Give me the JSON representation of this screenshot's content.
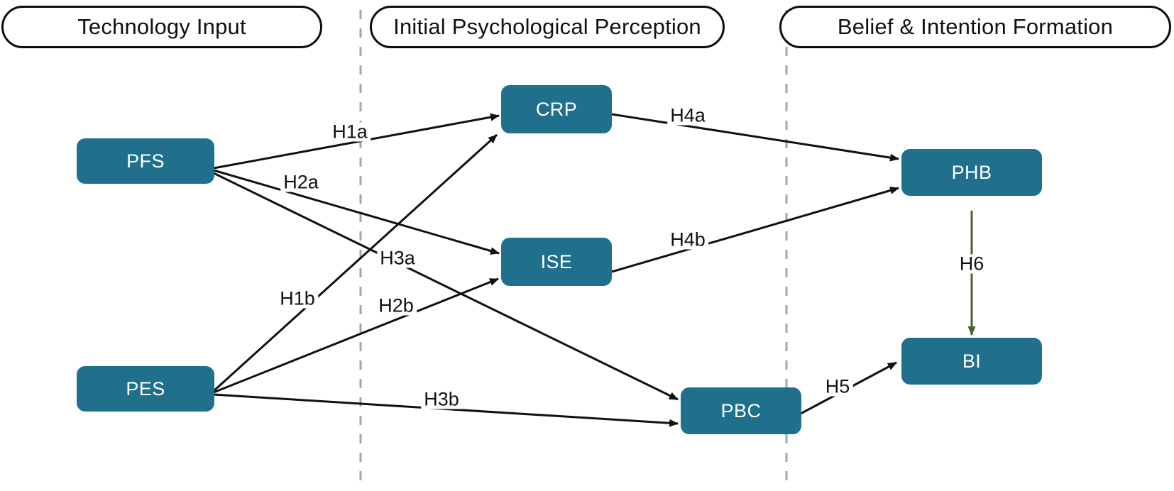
{
  "diagram": {
    "title_bar_stages": [
      {
        "id": "stage-technology-input",
        "label": "Technology Input"
      },
      {
        "id": "stage-initial-psychological-perception",
        "label": "Initial Psychological Perception"
      },
      {
        "id": "stage-belief-intention-formation",
        "label": "Belief & Intention Formation"
      }
    ],
    "nodes": [
      {
        "id": "node-pfs",
        "label": "PFS",
        "stage": "Technology Input"
      },
      {
        "id": "node-pes",
        "label": "PES",
        "stage": "Technology Input"
      },
      {
        "id": "node-crp",
        "label": "CRP",
        "stage": "Initial Psychological Perception"
      },
      {
        "id": "node-ise",
        "label": "ISE",
        "stage": "Initial Psychological Perception"
      },
      {
        "id": "node-phb",
        "label": "PHB",
        "stage": "Belief & Intention Formation"
      },
      {
        "id": "node-pbc",
        "label": "PBC",
        "stage": "Belief & Intention Formation"
      },
      {
        "id": "node-bi",
        "label": "BI",
        "stage": "Belief & Intention Formation"
      }
    ],
    "edges": [
      {
        "id": "edge-h1a",
        "label": "H1a",
        "from": "PFS",
        "to": "CRP"
      },
      {
        "id": "edge-h2a",
        "label": "H2a",
        "from": "PFS",
        "to": "ISE"
      },
      {
        "id": "edge-h1b",
        "label": "H1b",
        "from": "PES",
        "to": "CRP"
      },
      {
        "id": "edge-h2b",
        "label": "H2b",
        "from": "PES",
        "to": "ISE"
      },
      {
        "id": "edge-h3a",
        "label": "H3a",
        "from": "PFS",
        "to": "PBC"
      },
      {
        "id": "edge-h3b",
        "label": "H3b",
        "from": "PES",
        "to": "PBC"
      },
      {
        "id": "edge-h4a",
        "label": "H4a",
        "from": "CRP",
        "to": "PHB"
      },
      {
        "id": "edge-h4b",
        "label": "H4b",
        "from": "ISE",
        "to": "PHB"
      },
      {
        "id": "edge-h5",
        "label": "H5",
        "from": "PBC",
        "to": "BI"
      },
      {
        "id": "edge-h6",
        "label": "H6",
        "from": "PHB",
        "to": "BI"
      }
    ],
    "colors": {
      "node_fill": "#20708D",
      "node_text": "#ffffff",
      "arrow_black": "#111111",
      "arrow_green": "#4A6127",
      "divider": "#93AEB1",
      "stage_border": "#0d0d0d",
      "background": "#ffffff"
    }
  }
}
